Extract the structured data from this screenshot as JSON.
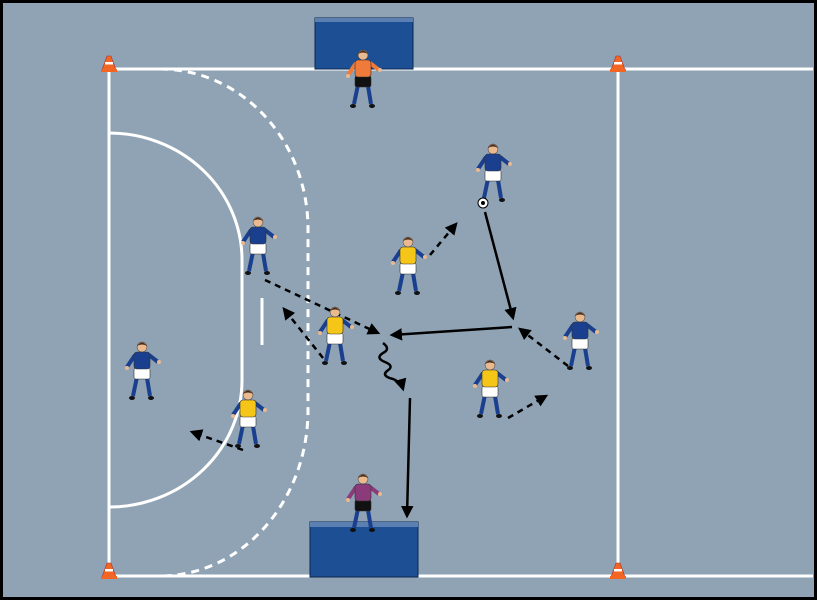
{
  "diagram": {
    "type": "handball drill",
    "colors": {
      "court": "#8fa3b4",
      "lines": "#ffffff",
      "goal": "#1c4f93",
      "team_shirt": "#1a3f8f",
      "bib": "#f5c518",
      "goalkeeper_top": "#f07a3a",
      "goalkeeper_bottom": "#8b3a7a",
      "cone": "#f26522"
    },
    "counts": {
      "blue_players": 4,
      "bib_players": 4,
      "goalkeepers": 2,
      "cones": 4,
      "balls": 1
    }
  }
}
